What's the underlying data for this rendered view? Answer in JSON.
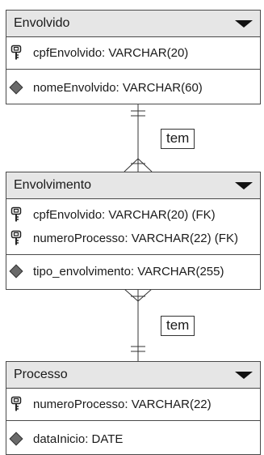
{
  "entities": [
    {
      "title": "Envolvido",
      "keys": [
        "cpfEnvolvido: VARCHAR(20)"
      ],
      "attributes": [
        "nomeEnvolvido: VARCHAR(60)"
      ]
    },
    {
      "title": "Envolvimento",
      "keys": [
        "cpfEnvolvido: VARCHAR(20) (FK)",
        "numeroProcesso: VARCHAR(22) (FK)"
      ],
      "attributes": [
        "tipo_envolvimento: VARCHAR(255)"
      ]
    },
    {
      "title": "Processo",
      "keys": [
        "numeroProcesso: VARCHAR(22)"
      ],
      "attributes": [
        "dataInicio: DATE"
      ]
    }
  ],
  "relationships": [
    {
      "label": "tem"
    },
    {
      "label": "tem"
    }
  ],
  "colors": {
    "header_bg": "#e6e6e6",
    "border": "#4a4a4a",
    "diamond": "#6a6a6a"
  },
  "icons": {
    "key": "key-icon",
    "attribute": "diamond-icon",
    "menu": "dropdown-arrow-icon"
  }
}
